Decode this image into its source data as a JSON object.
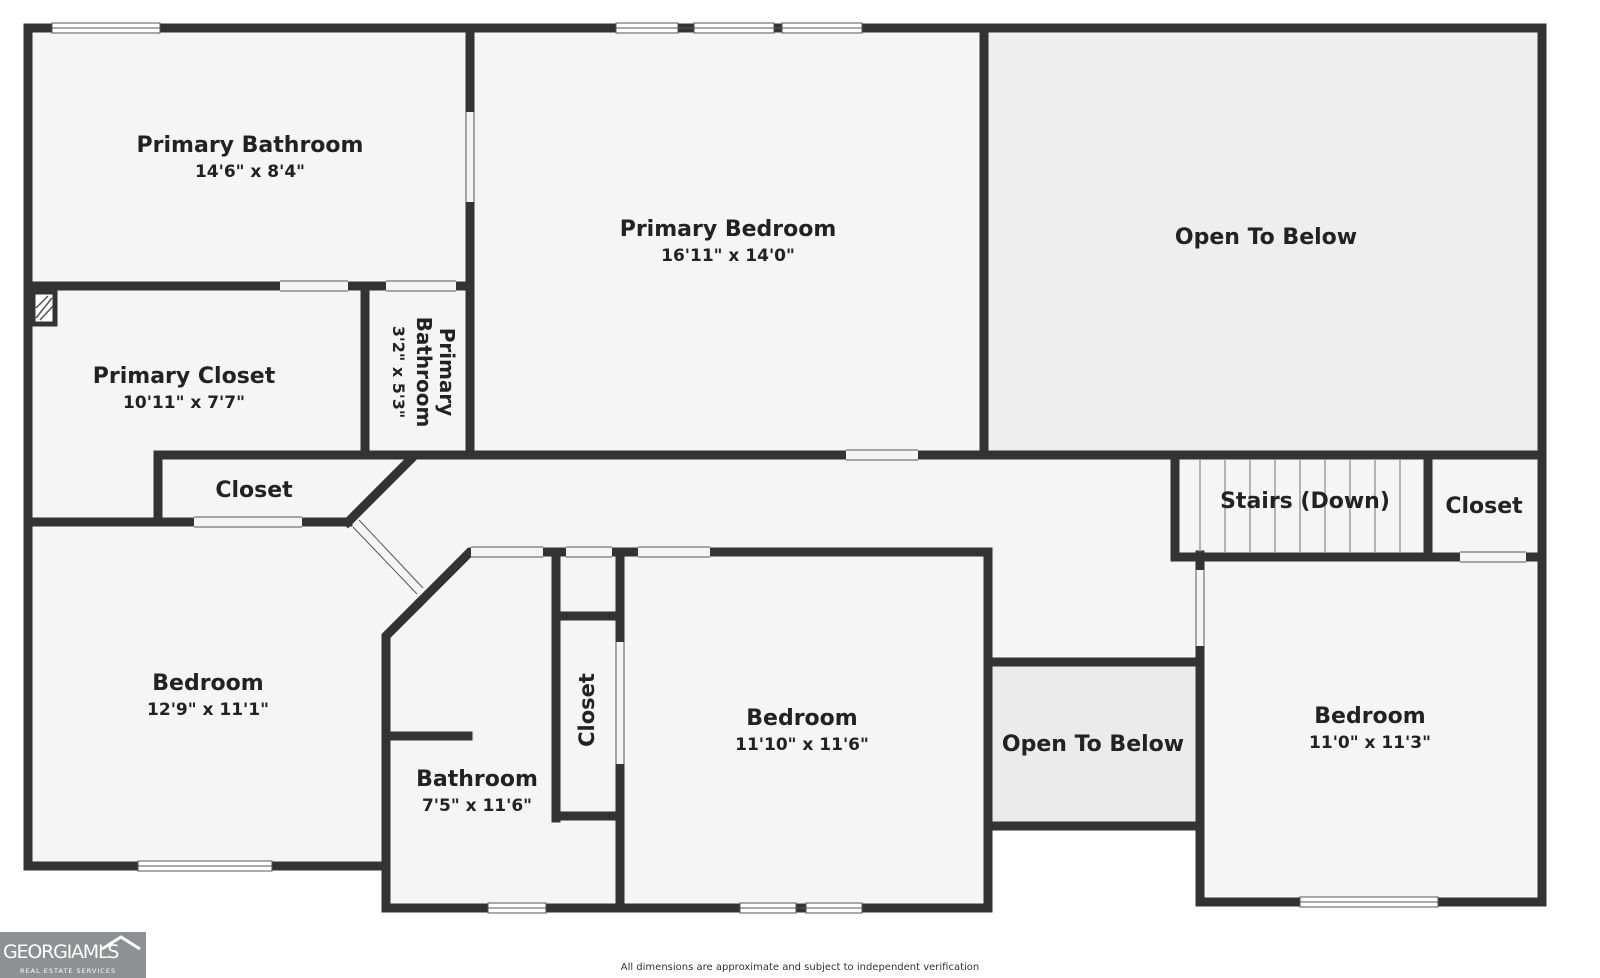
{
  "rooms": {
    "primary_bathroom": {
      "name": "Primary Bathroom",
      "dims": "14'6\" x 8'4\""
    },
    "primary_bedroom": {
      "name": "Primary Bedroom",
      "dims": "16'11\" x 14'0\""
    },
    "open_to_below_large": {
      "name": "Open To Below"
    },
    "primary_closet": {
      "name": "Primary Closet",
      "dims": "10'11\" x 7'7\""
    },
    "primary_bathroom_small": {
      "name_line1": "Primary",
      "name_line2": "Bathroom",
      "dims": "3'2\" x 5'3\""
    },
    "hall_closet": {
      "name": "Closet"
    },
    "stairs": {
      "name": "Stairs (Down)"
    },
    "right_closet": {
      "name": "Closet"
    },
    "bedroom_left": {
      "name": "Bedroom",
      "dims": "12'9\" x 11'1\""
    },
    "bath_closet": {
      "name": "Closet"
    },
    "bedroom_middle": {
      "name": "Bedroom",
      "dims": "11'10\" x 11'6\""
    },
    "open_to_below_small": {
      "name": "Open To Below"
    },
    "bedroom_right": {
      "name": "Bedroom",
      "dims": "11'0\" x 11'3\""
    },
    "bathroom": {
      "name": "Bathroom",
      "dims": "7'5\" x 11'6\""
    }
  },
  "logo": {
    "brand": "GEORGIAMLS",
    "tagline": "REAL ESTATE SERVICES"
  },
  "disclaimer": "All dimensions are approximate and subject to independent verification",
  "colors": {
    "wall": "#333333",
    "room_fill": "#f5f5f5",
    "open_fill": "#ececec",
    "window": "#ffffff",
    "logo_bg": "#8e9092"
  }
}
